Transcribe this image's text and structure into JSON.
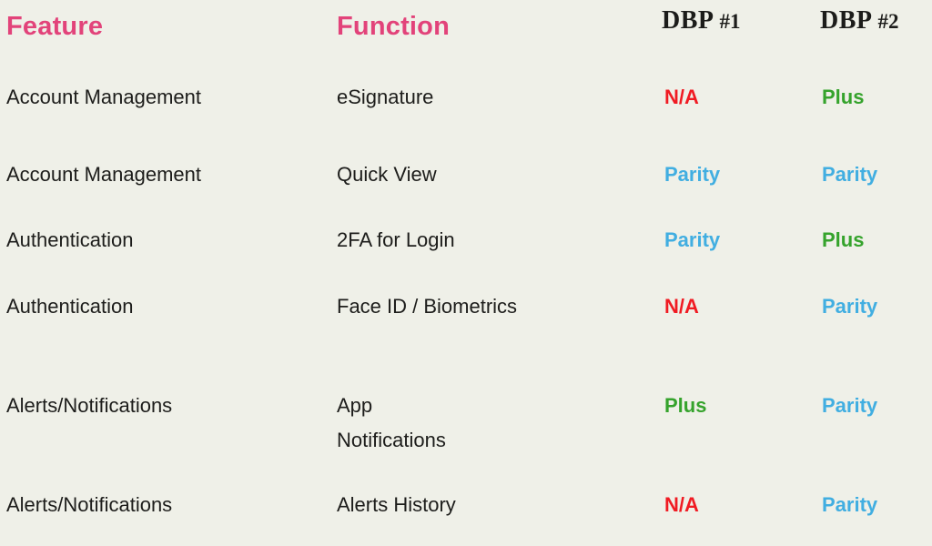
{
  "table": {
    "headers": {
      "feature": "Feature",
      "function": "Function",
      "dbp1": {
        "name": "DBP ",
        "num": "#1"
      },
      "dbp2": {
        "name": "DBP ",
        "num": "#2"
      }
    },
    "rows": [
      {
        "feature": "Account Management",
        "function": "eSignature",
        "dbp1": {
          "label": "N/A",
          "status": "na"
        },
        "dbp2": {
          "label": "Plus",
          "status": "plus"
        }
      },
      {
        "feature": "Account Management",
        "function": "Quick View",
        "dbp1": {
          "label": "Parity",
          "status": "parity"
        },
        "dbp2": {
          "label": "Parity",
          "status": "parity"
        }
      },
      {
        "feature": "Authentication",
        "function": "2FA for Login",
        "dbp1": {
          "label": "Parity",
          "status": "parity"
        },
        "dbp2": {
          "label": "Plus",
          "status": "plus"
        }
      },
      {
        "feature": "Authentication",
        "function": "Face ID / Biometrics",
        "dbp1": {
          "label": "N/A",
          "status": "na"
        },
        "dbp2": {
          "label": "Parity",
          "status": "parity"
        }
      },
      {
        "feature": "Alerts/Notifications",
        "function": "App\nNotifications",
        "dbp1": {
          "label": "Plus",
          "status": "plus"
        },
        "dbp2": {
          "label": "Parity",
          "status": "parity"
        }
      },
      {
        "feature": "Alerts/Notifications",
        "function": "Alerts History",
        "dbp1": {
          "label": "N/A",
          "status": "na"
        },
        "dbp2": {
          "label": "Parity",
          "status": "parity"
        }
      }
    ]
  },
  "colors": {
    "background": "#eff0e8",
    "header_accent_pink": "#e2437a",
    "header_serif_text": "#1c1c1a",
    "body_text": "#1d1d1b",
    "status_na_red": "#f01b23",
    "status_plus_green": "#35a32c",
    "status_parity_blue": "#41aee1"
  }
}
